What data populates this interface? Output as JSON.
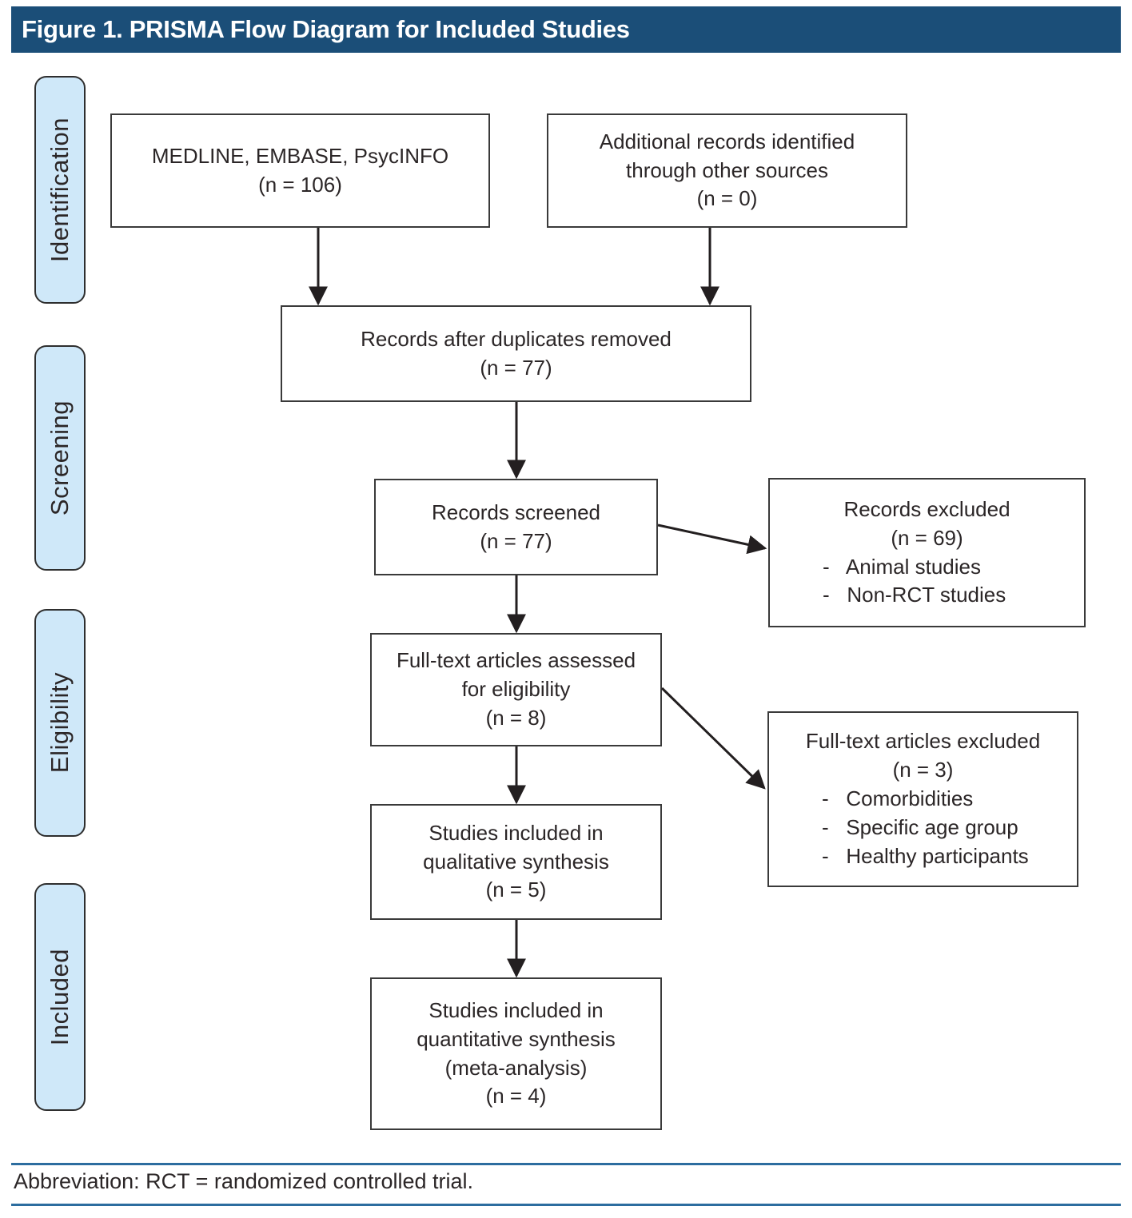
{
  "title": "Figure 1. PRISMA Flow Diagram for Included Studies",
  "stages": {
    "identification": "Identification",
    "screening": "Screening",
    "eligibility": "Eligibility",
    "included": "Included"
  },
  "boxes": {
    "sources": {
      "text": "MEDLINE, EMBASE, PsycINFO\n(n = 106)"
    },
    "additional": {
      "text": "Additional records identified\nthrough other sources\n(n = 0)"
    },
    "dedup": {
      "text": "Records after duplicates removed\n(n = 77)"
    },
    "screened": {
      "text": "Records screened\n(n = 77)"
    },
    "records_excluded": {
      "title": "Records excluded\n(n = 69)",
      "bullets": "-   Animal studies\n-   Non-RCT studies"
    },
    "fulltext_assessed": {
      "text": "Full-text articles assessed\nfor eligibility\n(n = 8)"
    },
    "fulltext_excluded": {
      "title": "Full-text articles excluded\n(n = 3)",
      "bullets": "-   Comorbidities\n-   Specific age group\n-   Healthy participants"
    },
    "qualitative": {
      "text": "Studies included in\nqualitative synthesis\n(n = 5)"
    },
    "quantitative": {
      "text": "Studies included in\nquantitative synthesis\n(meta-analysis)\n(n = 4)"
    }
  },
  "footer": {
    "abbreviation": "Abbreviation: RCT = randomized controlled trial."
  },
  "colors": {
    "header_bg": "#1b4e78",
    "stage_fill": "#cfe8f9",
    "stage_border": "#2e2e2e",
    "box_border": "#3a3a3a",
    "arrow": "#231f20",
    "rule": "#2c6d9f",
    "text": "#2b2627",
    "title_text": "#ffffff"
  }
}
